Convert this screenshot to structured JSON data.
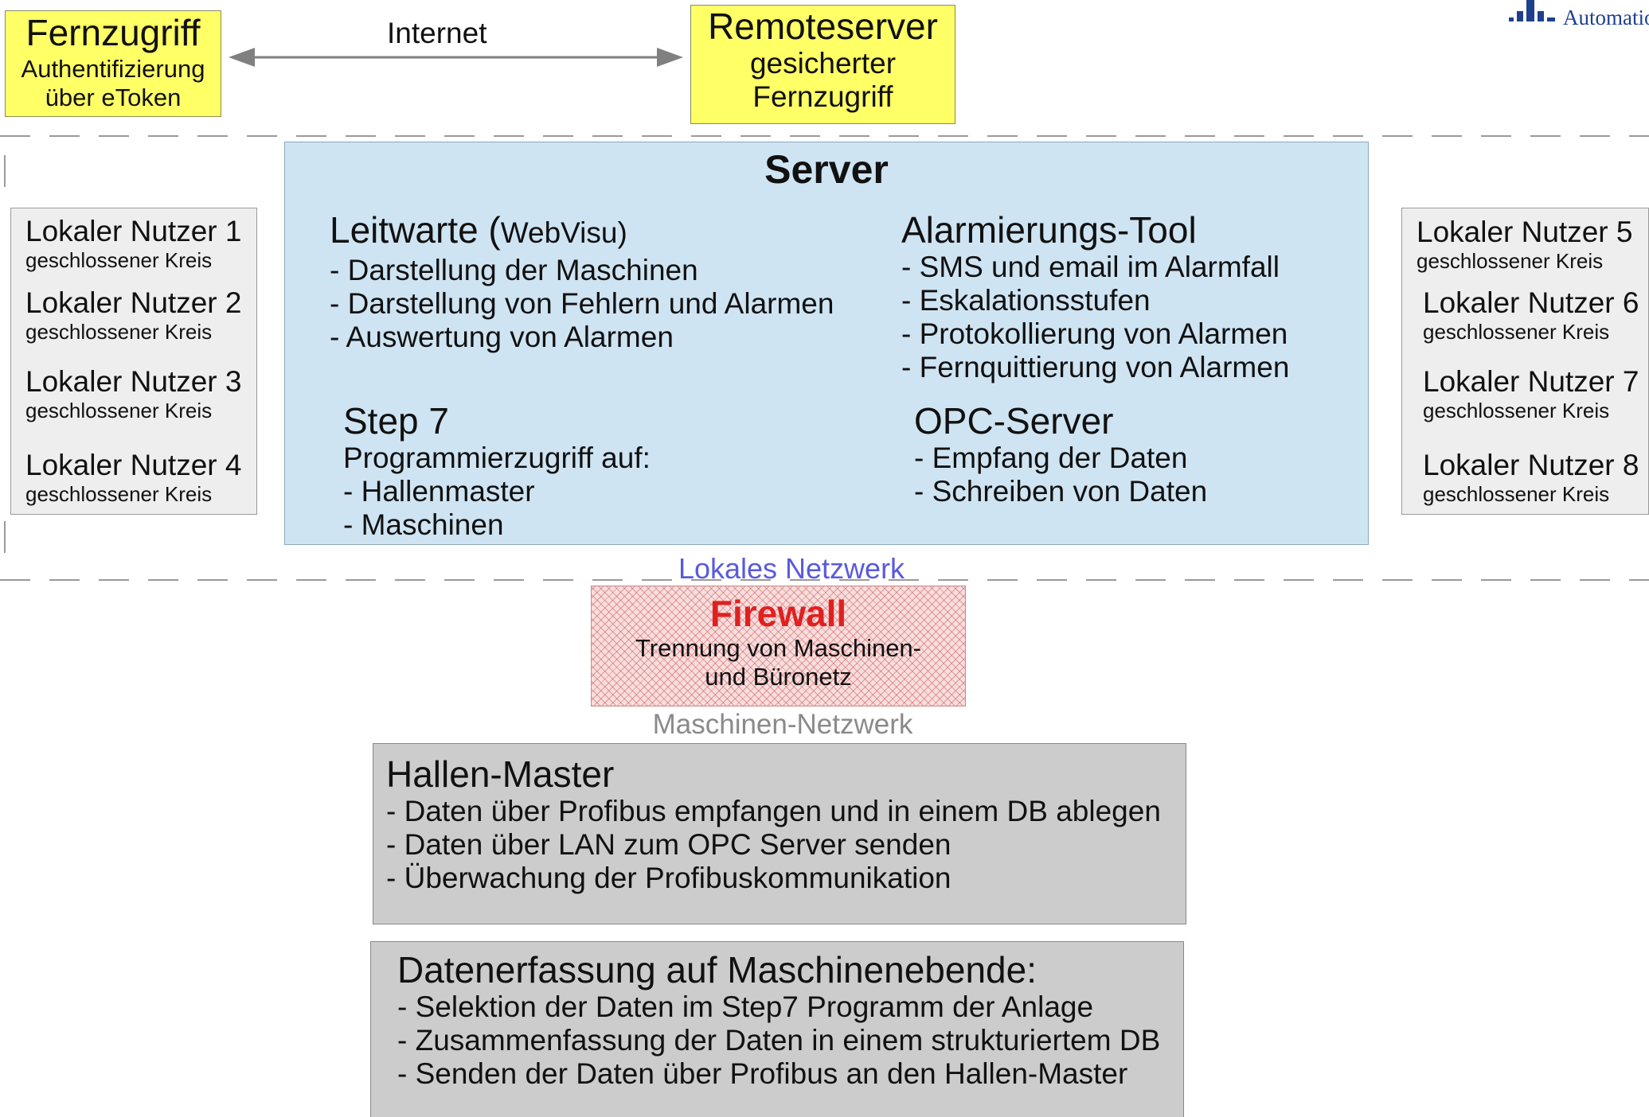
{
  "fernzugriff": {
    "title": "Fernzugriff",
    "line1": "Authentifizierung",
    "line2": "über eToken"
  },
  "internet_label": "Internet",
  "remoteserver": {
    "title": "Remoteserver",
    "line1": "gesicherter",
    "line2": "Fernzugriff"
  },
  "logo_text": "Automatio",
  "server": {
    "title": "Server",
    "leitwarte": {
      "title": "Leitwarte (",
      "title_suffix": "WebVisu)",
      "items": [
        "- Darstellung der Maschinen",
        "- Darstellung von Fehlern und Alarmen",
        "- Auswertung von Alarmen"
      ]
    },
    "alarmierung": {
      "title": "Alarmierungs-Tool",
      "items": [
        "- SMS und email im Alarmfall",
        "- Eskalationsstufen",
        "- Protokollierung von Alarmen",
        "- Fernquittierung von Alarmen"
      ]
    },
    "step7": {
      "title": "Step 7",
      "items": [
        "Programmierzugriff auf:",
        "- Hallenmaster",
        "- Maschinen"
      ]
    },
    "opc": {
      "title": "OPC-Server",
      "items": [
        "- Empfang der Daten",
        "- Schreiben von Daten"
      ]
    }
  },
  "local_users": [
    {
      "name": "Lokaler Nutzer 1",
      "sub": "geschlossener Kreis"
    },
    {
      "name": "Lokaler Nutzer 2",
      "sub": "geschlossener Kreis"
    },
    {
      "name": "Lokaler Nutzer 3",
      "sub": "geschlossener Kreis"
    },
    {
      "name": "Lokaler Nutzer 4",
      "sub": "geschlossener Kreis"
    },
    {
      "name": "Lokaler Nutzer 5",
      "sub": "geschlossener Kreis"
    },
    {
      "name": "Lokaler Nutzer 6",
      "sub": "geschlossener Kreis"
    },
    {
      "name": "Lokaler Nutzer 7",
      "sub": "geschlossener Kreis"
    },
    {
      "name": "Lokaler Nutzer 8",
      "sub": "geschlossener Kreis"
    }
  ],
  "lokales_netzwerk": "Lokales Netzwerk",
  "firewall": {
    "title": "Firewall",
    "line1": "Trennung von Maschinen-",
    "line2": "und Büronetz"
  },
  "maschinen_netzwerk": "Maschinen-Netzwerk",
  "hallen_master": {
    "title": "Hallen-Master",
    "items": [
      "- Daten über Profibus empfangen und in einem DB ablegen",
      "- Daten über LAN zum OPC Server senden",
      "- Überwachung der Profibuskommunikation"
    ]
  },
  "datenerfassung": {
    "title": "Datenerfassung auf Maschinenebende:",
    "items": [
      "- Selektion der Daten im Step7 Programm der Anlage",
      "- Zusammenfassung der Daten in einem strukturiertem DB",
      "- Senden der Daten über Profibus an den Hallen-Master"
    ]
  },
  "colors": {
    "yellow": "#ffff66",
    "server_blue": "#cfe4f2",
    "firewall_red": "#e02020",
    "network_blue": "#5a5adc",
    "grey_box": "#cccccc"
  }
}
